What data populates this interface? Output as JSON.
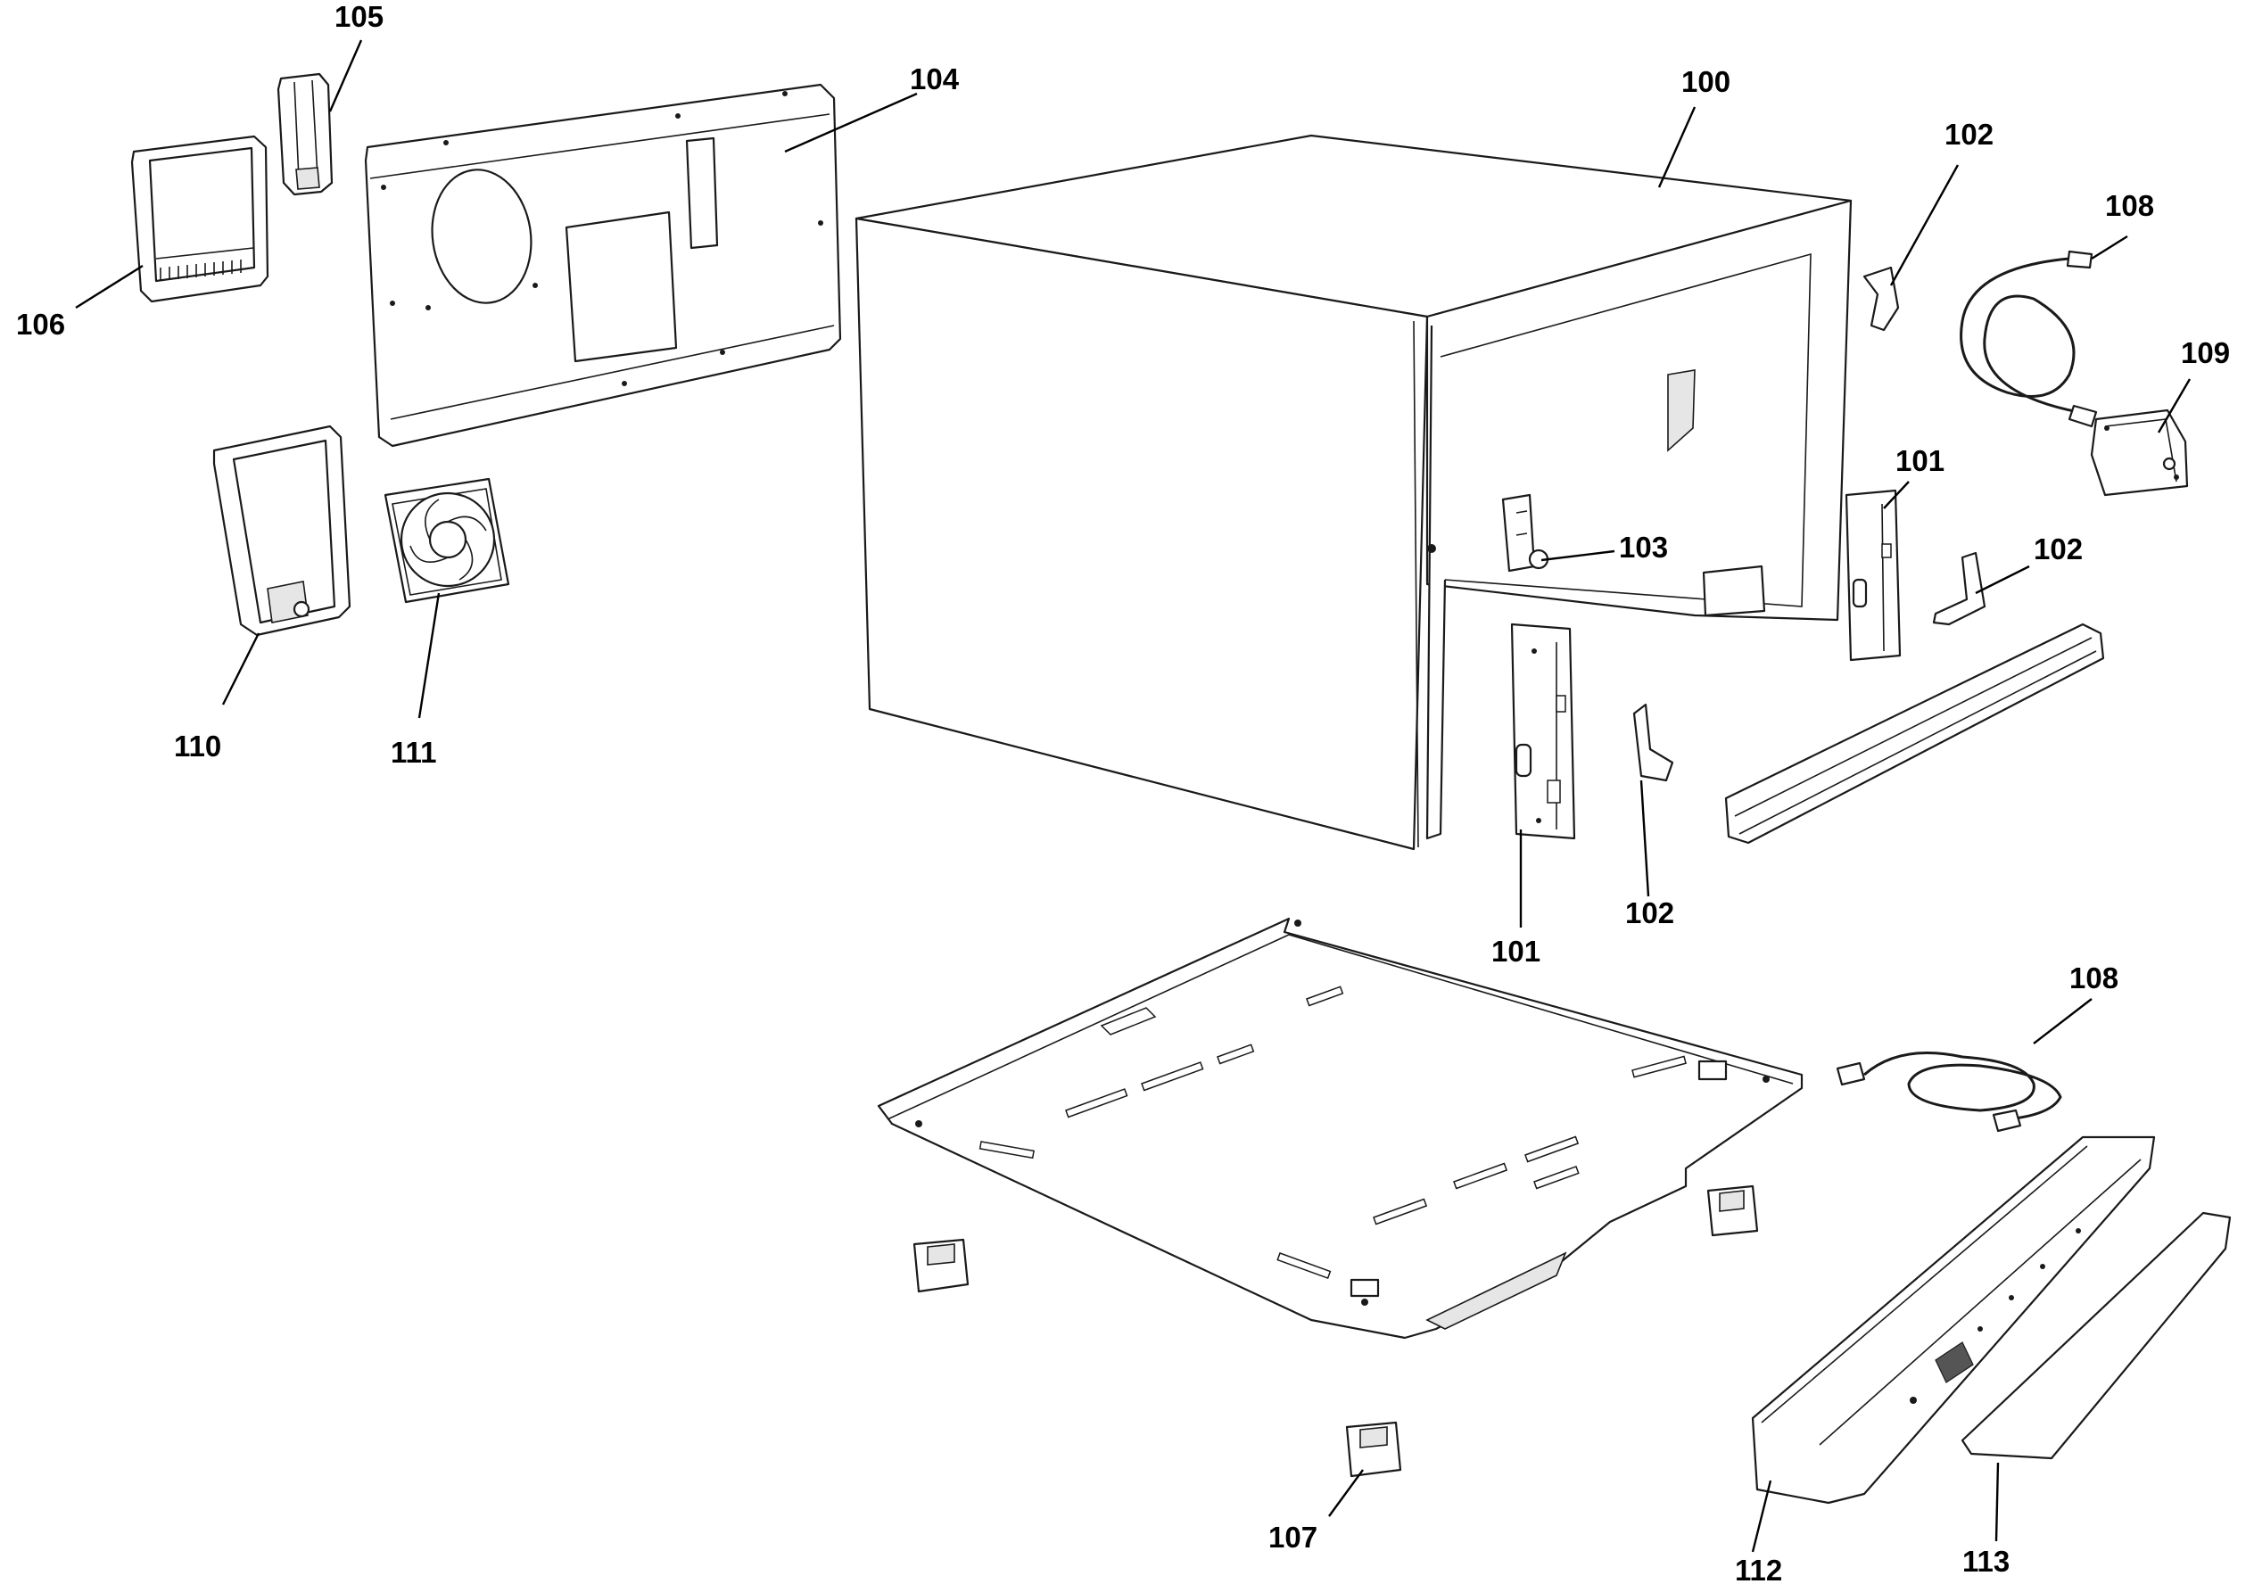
{
  "callouts": {
    "c100": "100",
    "c101a": "101",
    "c101b": "101",
    "c102a": "102",
    "c102b": "102",
    "c102c": "102",
    "c103": "103",
    "c104": "104",
    "c105": "105",
    "c106": "106",
    "c107": "107",
    "c108a": "108",
    "c108b": "108",
    "c109": "109",
    "c110": "110",
    "c111": "111",
    "c112": "112",
    "c113": "113"
  }
}
